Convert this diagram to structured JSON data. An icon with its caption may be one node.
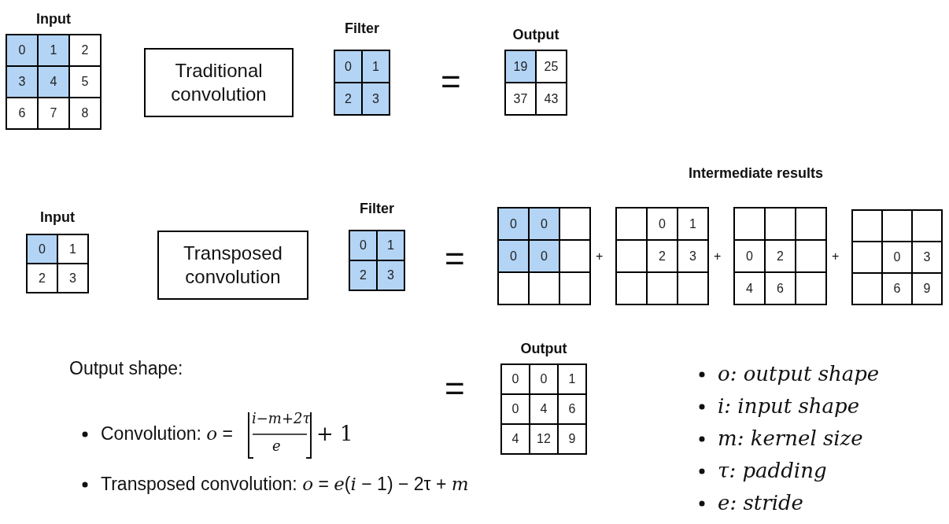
{
  "diagram": {
    "nodes": [
      {
        "text": [
          "Input"
        ]
      },
      {
        "text": [
          "0"
        ],
        "in": 0
      },
      {
        "text": [
          "1"
        ],
        "in": 0
      },
      {
        "text": [
          "2"
        ],
        "in": 0
      },
      {
        "text": [
          "3"
        ],
        "in": 0
      },
      {
        "text": [
          "4"
        ],
        "in": 0
      },
      {
        "text": [
          "5"
        ],
        "in": 0
      },
      {
        "text": [
          "6"
        ],
        "in": 0
      },
      {
        "text": [
          "7"
        ],
        "in": 0
      },
      {
        "text": [
          "8"
        ],
        "in": 0
      },
      {
        "text": [
          "Traditional convolution"
        ]
      },
      {
        "text": [
          "Filter"
        ]
      },
      {
        "text": [
          "0"
        ],
        "in": 11
      },
      {
        "text": [
          "1"
        ],
        "in": 11
      },
      {
        "text": [
          "2"
        ],
        "in": 11
      },
      {
        "text": [
          "3"
        ],
        "in": 11
      },
      {
        "text": [
          "Output"
        ]
      },
      {
        "text": [
          "19"
        ],
        "in": 16
      },
      {
        "text": [
          "25"
        ],
        "in": 16
      },
      {
        "text": [
          "37"
        ],
        "in": 16
      },
      {
        "text": [
          "43"
        ],
        "in": 16
      },
      {
        "text": [
          "Input"
        ]
      },
      {
        "text": [
          "0"
        ],
        "in": 21
      },
      {
        "text": [
          "1"
        ],
        "in": 21
      },
      {
        "text": [
          "2"
        ],
        "in": 21
      },
      {
        "text": [
          "3"
        ],
        "in": 21
      },
      {
        "text": [
          "Transposed convolution"
        ]
      },
      {
        "text": [
          "Filter"
        ]
      },
      {
        "text": [
          "0"
        ],
        "in": 27
      },
      {
        "text": [
          "1"
        ],
        "in": 27
      },
      {
        "text": [
          "2"
        ],
        "in": 27
      },
      {
        "text": [
          "3"
        ],
        "in": 27
      },
      {
        "text": [],
        "shape": "box"
      },
      {
        "text": [
          "0"
        ],
        "in": 32
      },
      {
        "text": [
          "0"
        ],
        "in": 32
      },
      {
        "text": [],
        "shape": "box",
        "in": 32
      },
      {
        "text": [
          "0"
        ],
        "in": 32
      },
      {
        "text": [
          "0"
        ],
        "in": 32
      },
      {
        "text": [],
        "shape": "box",
        "in": 32
      },
      {
        "text": [],
        "shape": "box",
        "in": 32
      },
      {
        "text": [],
        "shape": "box",
        "in": 32
      },
      {
        "text": [],
        "shape": "box",
        "in": 32
      },
      {
        "text": [],
        "shape": "box"
      },
      {
        "text": [],
        "shape": "box",
        "in": 42
      },
      {
        "text": [
          "0"
        ],
        "in": 42
      },
      {
        "text": [
          "1"
        ],
        "in": 42
      },
      {
        "text": [],
        "shape": "box",
        "in": 42
      },
      {
        "text": [
          "2"
        ],
        "in": 42
      },
      {
        "text": [
          "3"
        ],
        "in": 42
      },
      {
        "text": [],
        "shape": "box",
        "in": 42
      },
      {
        "text": [],
        "shape": "box",
        "in": 42
      },
      {
        "text": [],
        "shape": "box",
        "in": 42
      },
      {
        "text": [],
        "shape": "box"
      },
      {
        "text": [],
        "shape": "box",
        "in": 52
      },
      {
        "text": [],
        "shape": "box",
        "in": 52
      },
      {
        "text": [],
        "shape": "box",
        "in": 52
      },
      {
        "text": [
          "0"
        ],
        "in": 52
      },
      {
        "text": [
          "2"
        ],
        "in": 52
      },
      {
        "text": [],
        "shape": "box",
        "in": 52
      },
      {
        "text": [
          "4"
        ],
        "in": 52
      },
      {
        "text": [
          "6"
        ],
        "in": 52
      },
      {
        "text": [],
        "shape": "box",
        "in": 52
      },
      {
        "text": [],
        "shape": "box"
      },
      {
        "text": [],
        "shape": "box",
        "in": 62
      },
      {
        "text": [],
        "shape": "box",
        "in": 62
      },
      {
        "text": [],
        "shape": "box",
        "in": 62
      },
      {
        "text": [],
        "shape": "box",
        "in": 62
      },
      {
        "text": [
          "0"
        ],
        "in": 62
      },
      {
        "text": [
          "3"
        ],
        "in": 62
      },
      {
        "text": [],
        "shape": "box",
        "in": 62
      },
      {
        "text": [
          "6"
        ],
        "in": 62
      },
      {
        "text": [
          "9"
        ],
        "in": 62
      },
      {
        "text": [
          "Output"
        ]
      },
      {
        "text": [
          "0"
        ],
        "in": 72
      },
      {
        "text": [
          "0"
        ],
        "in": 72
      },
      {
        "text": [
          "1"
        ],
        "in": 72
      },
      {
        "text": [
          "0"
        ],
        "in": 72
      },
      {
        "text": [
          "4"
        ],
        "in": 72
      },
      {
        "text": [
          "6"
        ],
        "in": 72
      },
      {
        "text": [
          "4"
        ],
        "in": 72
      },
      {
        "text": [
          "12"
        ],
        "in": 72
      },
      {
        "text": [
          "9"
        ],
        "in": 72
      }
    ],
    "labels": [
      "=",
      "Intermediate results",
      "=",
      "+",
      "+",
      "+",
      "Output shape:",
      "=",
      "Convolution: *o* =",
      "i−m+2τ",
      "*e*",
      "+ 1",
      "o: output shape",
      "i: input shape",
      "m: kernel size",
      "τ: padding",
      "e: stride",
      "Transposed convolution: *o* = *e*(*i* − 1) − 2τ + *m*"
    ]
  }
}
